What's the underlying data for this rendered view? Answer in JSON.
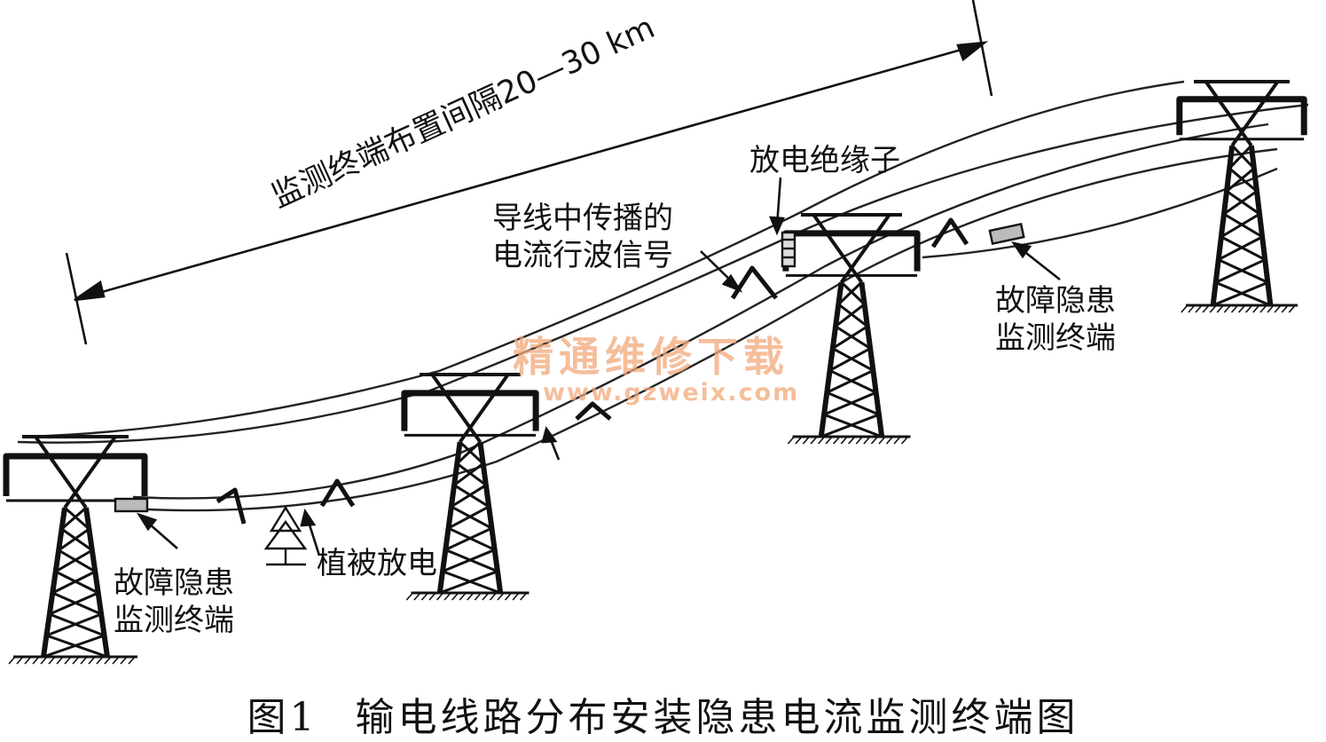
{
  "labels": {
    "span_interval": "监测终端布置间隔20—30 km",
    "discharge_insulator": "放电绝缘子",
    "traveling_wave": [
      "导线中传播的",
      "电流行波信号"
    ],
    "terminal_left": [
      "故障隐患",
      "监测终端"
    ],
    "terminal_right": [
      "故障隐患",
      "监测终端"
    ],
    "vegetation_discharge": "植被放电"
  },
  "watermark": {
    "text": "精通维修下载",
    "url": "www.gzweix.com"
  },
  "caption": {
    "figure_no": "图1",
    "title": "输电线路分布安装隐患电流监测终端图"
  }
}
